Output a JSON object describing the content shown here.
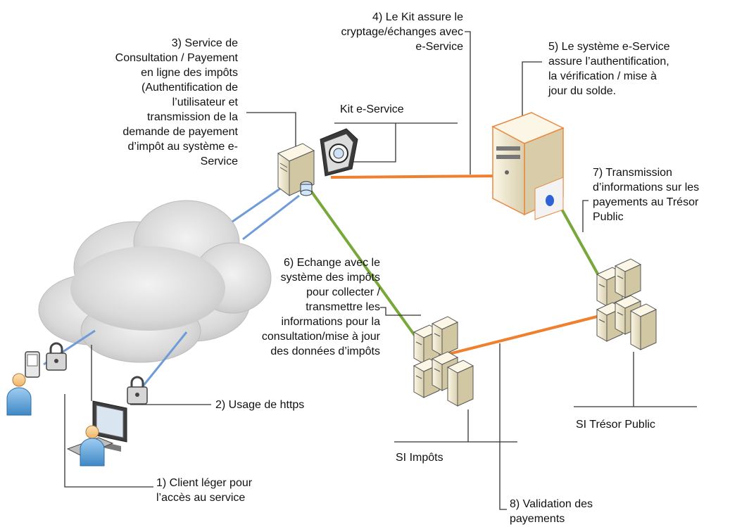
{
  "labels": {
    "step3": "3) Service de\nConsultation / Payement\nen ligne des impôts\n(Authentification de\nl’utilisateur et\ntransmission de la\ndemande de payement\nd’impôt au système e-\nService",
    "step4": "4) Le Kit assure le\ncryptage/échanges avec\ne-Service",
    "kit": "Kit e-Service",
    "step5": "5) Le système e-Service\nassure l’authentification,\nla vérification / mise à\njour du solde.",
    "step7": "7) Transmission\nd’informations sur les\npayements au Trésor\nPublic",
    "step6": "6) Echange avec le\nsystème des impôts\npour collecter /\ntransmettre les\ninformations pour la\nconsultation/mise à jour\ndes données d’impôts",
    "step2": "2) Usage de https",
    "step1": "1) Client léger pour\nl’accès au service",
    "si_impots": "SI Impôts",
    "si_tresor": "SI Trésor Public",
    "step8": "8) Validation des\npayements"
  },
  "colors": {
    "link_blue": "#6f9bd8",
    "link_orange": "#f07f2e",
    "link_green": "#79a83a",
    "callout": "#333333",
    "server_body": "#efe6c9",
    "cloud": "#d5d5d5"
  }
}
